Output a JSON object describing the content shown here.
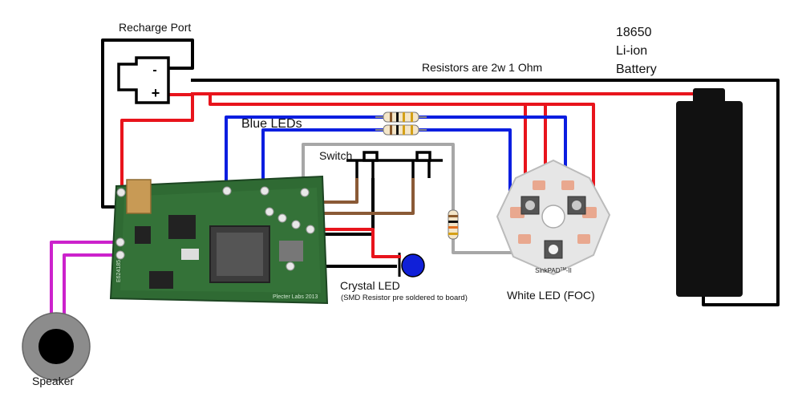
{
  "labels": {
    "recharge_port": "Recharge Port",
    "battery_line1": "18650",
    "battery_line2": "Li-ion",
    "battery_line3": "Battery",
    "resistors_note": "Resistors are 2w 1 Ohm",
    "blue_leds": "Blue LEDs",
    "switch": "Switch",
    "crystal_led": "Crystal LED",
    "crystal_led_note": "(SMD Resistor pre soldered to board)",
    "white_led": "White LED (FOC)",
    "speaker": "Speaker"
  },
  "port_symbols": {
    "minus": "-",
    "plus": "+"
  },
  "led_board": {
    "brand": "SinkPAD",
    "tm": "TM",
    "suffix": "-II"
  },
  "pcb": {
    "line1": "E624185",
    "line2": "Plecter Labs 2013"
  },
  "colors": {
    "negative_wire": "#000000",
    "positive_wire": "#e8141c",
    "blue_wire": "#0b1ee0",
    "switch_wire": "#8a5a36",
    "signal_wire": "#a7a7a7",
    "speaker_wire": "#cc22cc",
    "pcb_green": "#2f6a33",
    "battery_body": "#111111",
    "led_board": "#e8e8e8",
    "crystal_led": "#1020d8"
  }
}
